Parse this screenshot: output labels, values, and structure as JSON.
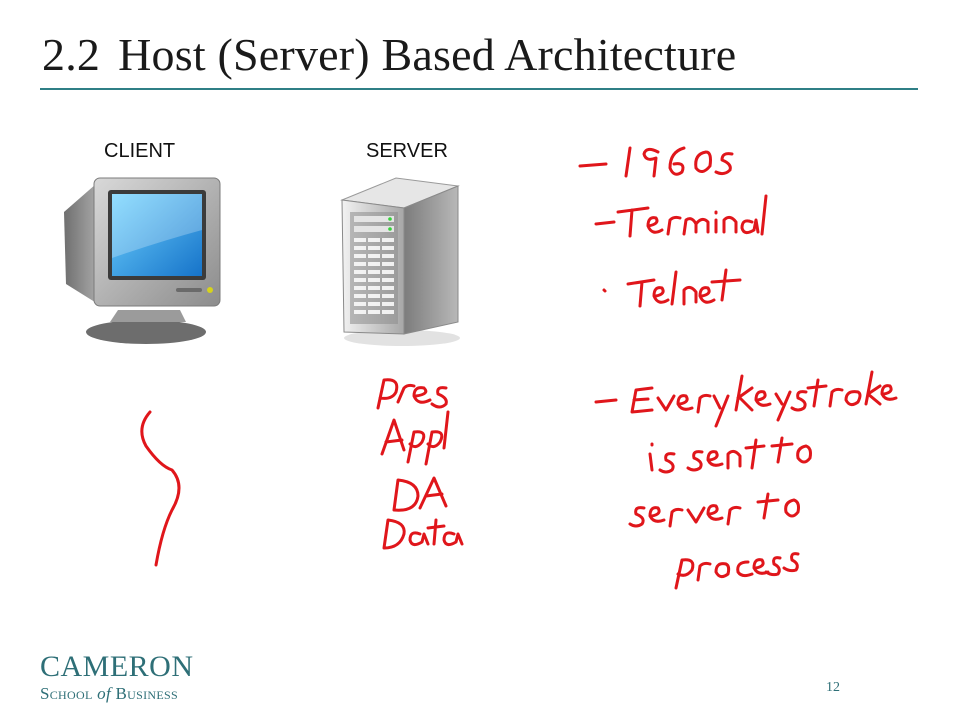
{
  "slide": {
    "number": "2.2",
    "title": "Host (Server) Based Architecture",
    "page_number": "12",
    "accent_color": "#2f7f86"
  },
  "labels": {
    "client": "CLIENT",
    "server": "SERVER"
  },
  "logo": {
    "line1": "CAMERON",
    "line2_a": "School ",
    "line2_of": "of",
    "line2_b": " Business",
    "color": "#2e6f77"
  },
  "handwriting": {
    "ink_color": "#e0161b",
    "server_tiers": [
      "Pres",
      "Appl",
      "DA",
      "Data"
    ],
    "notes": [
      "- 1960s",
      "- Terminal",
      "· Telnet",
      "- Every keystroke",
      "is sent to",
      "server to",
      "process"
    ]
  },
  "icons": [
    "desktop-computer-icon",
    "server-tower-icon"
  ]
}
